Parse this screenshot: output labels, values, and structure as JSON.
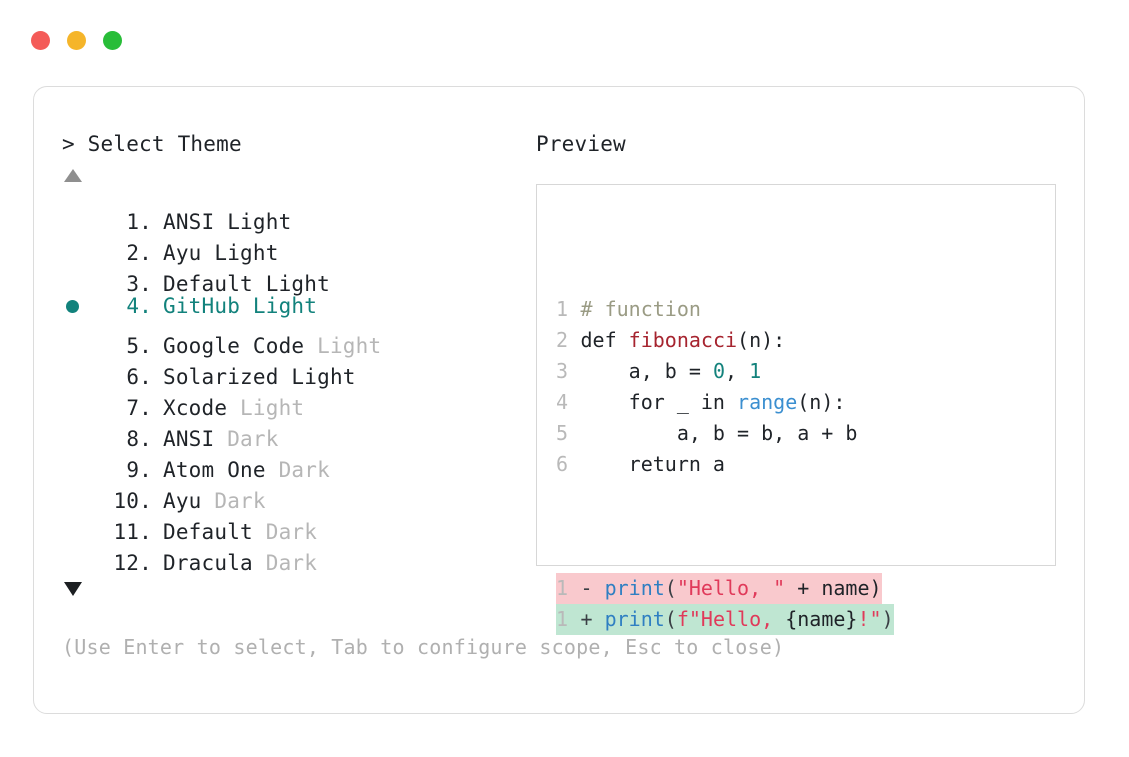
{
  "window": {
    "traffic_lights": [
      {
        "name": "close-button",
        "color": "#f45b58"
      },
      {
        "name": "minimize-button",
        "color": "#f5b52a"
      },
      {
        "name": "maximize-button",
        "color": "#28bd38"
      }
    ]
  },
  "selector": {
    "prompt": "> Select Theme",
    "scroll_up_indicator": "▲",
    "scroll_down_indicator": "▼",
    "selected_index": 4,
    "selected_color": "#12827c",
    "muted_color": "#b6b6b6",
    "items": [
      {
        "index": "1.",
        "name": "ANSI",
        "variant": "Light",
        "variant_muted": false
      },
      {
        "index": "2.",
        "name": "Ayu",
        "variant": "Light",
        "variant_muted": false
      },
      {
        "index": "3.",
        "name": "Default",
        "variant": "Light",
        "variant_muted": false
      },
      {
        "index": "4.",
        "name": "GitHub",
        "variant": "Light",
        "variant_muted": false
      },
      {
        "index": "5.",
        "name": "Google Code",
        "variant": "Light",
        "variant_muted": true
      },
      {
        "index": "6.",
        "name": "Solarized",
        "variant": "Light",
        "variant_muted": false
      },
      {
        "index": "7.",
        "name": "Xcode",
        "variant": "Light",
        "variant_muted": true
      },
      {
        "index": "8.",
        "name": "ANSI",
        "variant": "Dark",
        "variant_muted": true
      },
      {
        "index": "9.",
        "name": "Atom One",
        "variant": "Dark",
        "variant_muted": true
      },
      {
        "index": "10.",
        "name": "Ayu",
        "variant": "Dark",
        "variant_muted": true
      },
      {
        "index": "11.",
        "name": "Default",
        "variant": "Dark",
        "variant_muted": true
      },
      {
        "index": "12.",
        "name": "Dracula",
        "variant": "Dark",
        "variant_muted": true
      }
    ]
  },
  "preview": {
    "title": "Preview",
    "code_lines": [
      {
        "num": "1",
        "tokens": [
          {
            "t": "# function",
            "c": "comment"
          }
        ]
      },
      {
        "num": "2",
        "tokens": [
          {
            "t": "def ",
            "c": "kw"
          },
          {
            "t": "fibonacci",
            "c": "fn"
          },
          {
            "t": "(n):",
            "c": "plain"
          }
        ]
      },
      {
        "num": "3",
        "tokens": [
          {
            "t": "    a, b = ",
            "c": "plain"
          },
          {
            "t": "0",
            "c": "num"
          },
          {
            "t": ", ",
            "c": "plain"
          },
          {
            "t": "1",
            "c": "num"
          }
        ]
      },
      {
        "num": "4",
        "tokens": [
          {
            "t": "    for _ in ",
            "c": "plain"
          },
          {
            "t": "range",
            "c": "builtin"
          },
          {
            "t": "(n):",
            "c": "plain"
          }
        ]
      },
      {
        "num": "5",
        "tokens": [
          {
            "t": "        a, b = b, a + b",
            "c": "plain"
          }
        ]
      },
      {
        "num": "6",
        "tokens": [
          {
            "t": "    return a",
            "c": "plain"
          }
        ]
      }
    ],
    "diff_lines": [
      {
        "num": "1",
        "sign": "-",
        "kind": "del",
        "background": "#f9c9cd",
        "tokens": [
          {
            "t": "print",
            "c": "call"
          },
          {
            "t": "(",
            "c": "punct"
          },
          {
            "t": "\"Hello, \"",
            "c": "str"
          },
          {
            "t": " + name)",
            "c": "plain"
          }
        ]
      },
      {
        "num": "1",
        "sign": "+",
        "kind": "add",
        "background": "#bfe6d2",
        "tokens": [
          {
            "t": "print",
            "c": "call"
          },
          {
            "t": "(",
            "c": "punct"
          },
          {
            "t": "f\"Hello, ",
            "c": "str"
          },
          {
            "t": "{name}",
            "c": "plain"
          },
          {
            "t": "!\"",
            "c": "str"
          },
          {
            "t": ")",
            "c": "punct"
          }
        ]
      }
    ]
  },
  "footer": {
    "hint": "(Use Enter to select, Tab to configure scope, Esc to close)"
  }
}
